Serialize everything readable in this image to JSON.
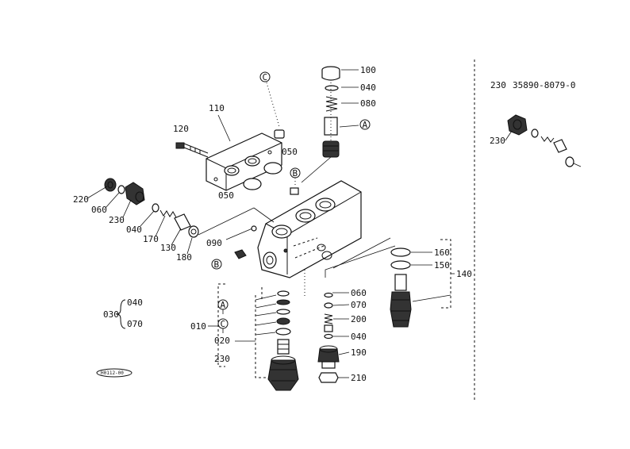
{
  "labels": {
    "p100": "100",
    "p040a": "040",
    "p080": "080",
    "refA_top": "A",
    "p110": "110",
    "p120": "120",
    "refC_top": "C",
    "p050a": "050",
    "p050b": "050",
    "refB_a": "B",
    "p220": "220",
    "p060a": "060",
    "p230a": "230",
    "p040b": "040",
    "p170": "170",
    "p130": "130",
    "p180": "180",
    "p090": "090",
    "refB_b": "B",
    "p160": "160",
    "p150": "150",
    "p140": "140",
    "p030": "030",
    "p040c": "040",
    "p070a": "070",
    "refA_b": "A",
    "p010": "010",
    "refC_b": "C",
    "p020": "020",
    "p230b": "230",
    "p060b": "060",
    "p070b": "070",
    "p200": "200",
    "p040d": "040",
    "p190": "190",
    "p210": "210",
    "p230c": "230"
  },
  "note": {
    "part": "230",
    "number": "35890-8079-0"
  },
  "stamp": "H0112-00"
}
